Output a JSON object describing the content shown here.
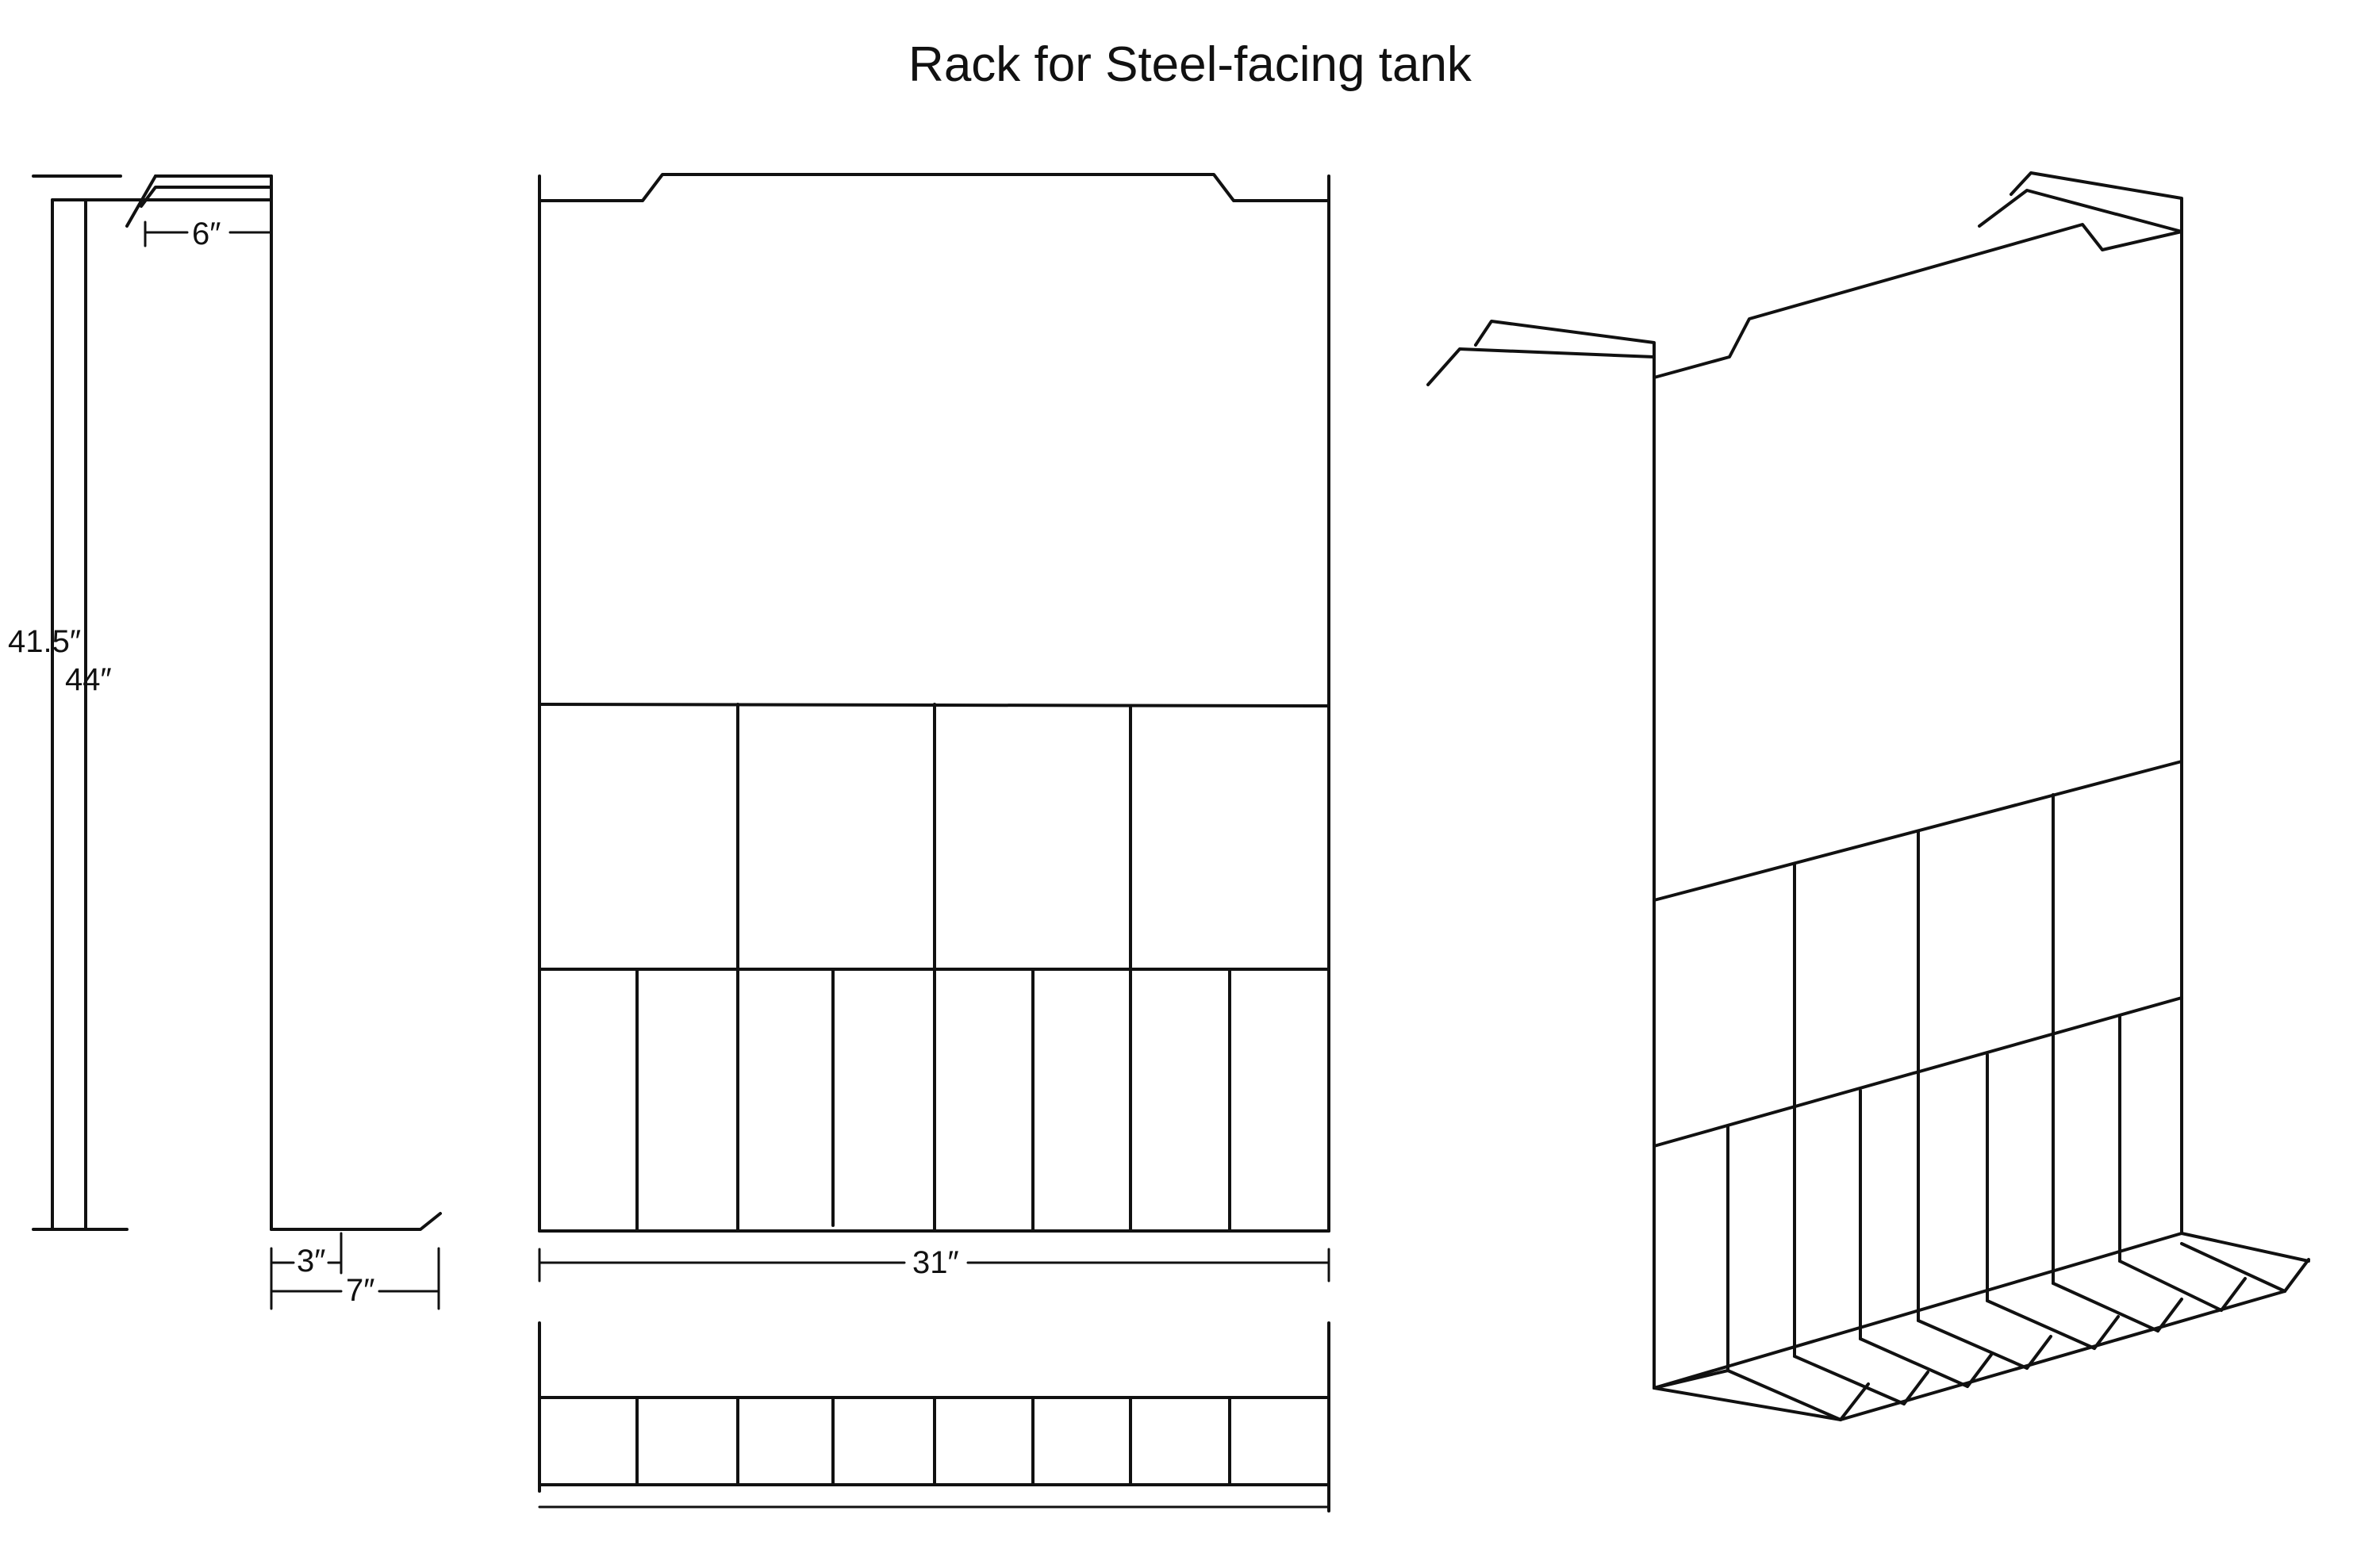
{
  "title": "Rack for Steel-facing tank",
  "side_view": {
    "height_outer": "41.5″",
    "height_inner": "44″",
    "top_hook": "6″",
    "foot_short": "3″",
    "foot_long": "7″"
  },
  "front_view": {
    "width": "31″"
  },
  "colors": {
    "ink": "#111111",
    "paper": "#ffffff"
  }
}
